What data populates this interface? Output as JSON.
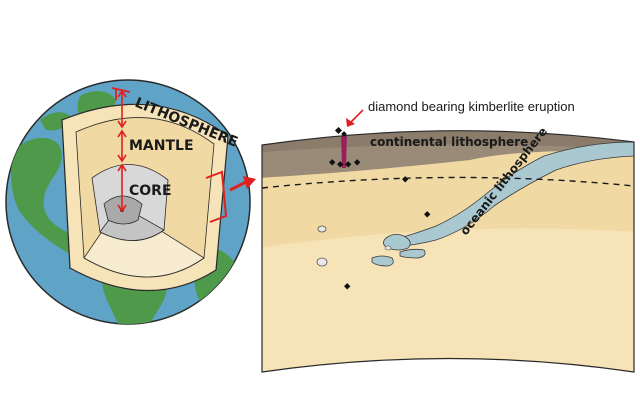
{
  "labels": {
    "lithosphere": "LITHOSPHERE",
    "mantle": "MANTLE",
    "core": "CORE",
    "eruption": "diamond bearing kimberlite eruption",
    "continental": "continental lithosphere",
    "oceanic": "oceanic lithosphere"
  },
  "colors": {
    "ocean": "#5fa3c6",
    "land": "#4f9a4a",
    "crust_outline": "#2a2a2a",
    "lithosphere_band": "#f6e3b8",
    "mantle": "#f1d9a4",
    "mantle_lower": "#f8ecd0",
    "core_outer": "#d8d8d8",
    "core_inner": "#a9a9a9",
    "continental_lithosphere": "#9a8a78",
    "oceanic_plate": "#a9c8cf",
    "indicator_red": "#e02020",
    "kimberlite_pipe": "#9b1f5a",
    "diamond": "#111111"
  },
  "icons": {
    "diamond_marker": "diamond-icon",
    "pointer_arrow": "red-arrow-icon",
    "depth_arrow": "double-arrow-icon"
  }
}
